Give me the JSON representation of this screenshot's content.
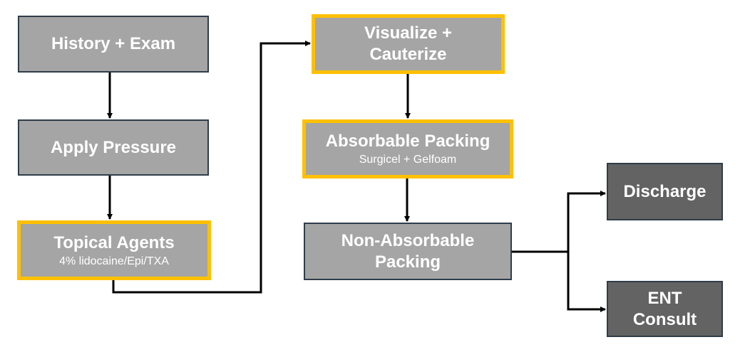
{
  "diagram": {
    "colors": {
      "node_fill": "#a5a5a5",
      "terminal_fill": "#636363",
      "highlight_border": "#ffc000",
      "node_border": "#2f3d4a",
      "text": "#ffffff",
      "connector": "#000000"
    },
    "nodes": [
      {
        "id": "history",
        "title": "History + Exam",
        "subtitle": null,
        "highlighted": false
      },
      {
        "id": "pressure",
        "title": "Apply Pressure",
        "subtitle": null,
        "highlighted": false
      },
      {
        "id": "topical",
        "title": "Topical Agents",
        "subtitle": "4% lidocaine/Epi/TXA",
        "highlighted": true
      },
      {
        "id": "visualize",
        "title": "Visualize +\nCauterize",
        "subtitle": null,
        "highlighted": true
      },
      {
        "id": "absorbable",
        "title": "Absorbable Packing",
        "subtitle": "Surgicel + Gelfoam",
        "highlighted": true
      },
      {
        "id": "nonabsorbable",
        "title": "Non-Absorbable\nPacking",
        "subtitle": null,
        "highlighted": false
      },
      {
        "id": "discharge",
        "title": "Discharge",
        "subtitle": null,
        "highlighted": false
      },
      {
        "id": "ent",
        "title": "ENT\nConsult",
        "subtitle": null,
        "highlighted": false
      }
    ],
    "edges": [
      {
        "from": "history",
        "to": "pressure"
      },
      {
        "from": "pressure",
        "to": "topical"
      },
      {
        "from": "topical",
        "to": "visualize"
      },
      {
        "from": "visualize",
        "to": "absorbable"
      },
      {
        "from": "absorbable",
        "to": "nonabsorbable"
      },
      {
        "from": "nonabsorbable",
        "to": "discharge"
      },
      {
        "from": "nonabsorbable",
        "to": "ent"
      }
    ]
  }
}
